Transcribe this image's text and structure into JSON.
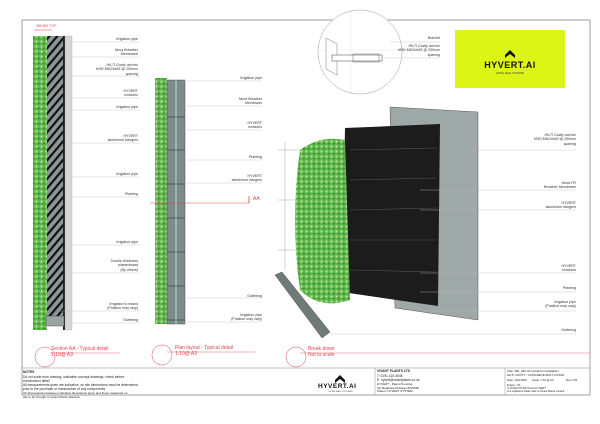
{
  "section_aa": {
    "dimension": "350 800 TYP",
    "labels": [
      "Irrigation pipe",
      "Nova Breather\nMembrane",
      "HILTI Cavity anchor\nHHD M6/24x65 @ 250mm\nspacing",
      "HYVERT\nmodules",
      "Irrigation pipe",
      "HYVERT\naluminium hangers",
      "Irrigation pipe",
      "Planting",
      "Irrigation pipe",
      "Double thickness\nplasterboard\n(By others)",
      "Irrigation to mains\n(Position may vary)",
      "Guttering"
    ],
    "caption": "Section AA - Typical detail",
    "scale": "1:10@ A3"
  },
  "plan_layout": {
    "labels": [
      "Irrigation pipe",
      "Nova Breather\nMembrane",
      "HYVERT\nmodules",
      "Planting",
      "HYVERT\naluminium hangers",
      "Guttering",
      "Irrigation pipe\n(Position may vary)"
    ],
    "section_marker": "AA",
    "caption": "Plan layout - Typical detail",
    "scale": "1:10@ A3"
  },
  "bracket_detail": {
    "labels": [
      "Bracket",
      "HILTI Cavity anchor\nHHD M6/24x65 @ 250mm\nspacing"
    ]
  },
  "logo": {
    "name": "HYVERT.AI",
    "tagline": "LIVING WALL SYSTEMS",
    "bg_color": "#dcf514"
  },
  "breakdown": {
    "labels": [
      "HILTI Cavity anchor\nHHD M6/24x65 @ 250mm\nspacing",
      "Nova FR\nBreather Membrane",
      "HYVERT\naluminium hangers",
      "HYVERT\nmodules",
      "Planting",
      "Irrigation pipe\n(Position may vary)",
      "Guttering"
    ],
    "caption": "Break down",
    "scale": "Not to scale"
  },
  "notes": {
    "title": "NOTES",
    "items": [
      "Do not scale from drawing, indicative concept drawings, check before\nconstruction detail",
      "All measurements given are indicative, on site dimensions must be determined\nprior to the purchase or manufacture of any components",
      "All discrepancies between indicative dimensions given and those measured on\nsite to be brought to Vivant Plants attention"
    ]
  },
  "title_block": {
    "company": "VIVANT PLANTS LTD",
    "contact": "T: 0191 424 4548\nE: hyvert@vivantplants.co.uk",
    "patent": "HYVERT - Patent Pending\nUK Registered Design 6021662\nPatent: HYVERT SYSTEM",
    "title": "Title: 300_000 Vivo Exterior Installation\nHILTI CAVITY / CONCRETE BOLT FIXING",
    "date": "Date: JAN 2025",
    "scale": "Scale: 1:10 @ A3",
    "rev": "Rev: F01",
    "drawn": "Drawn: VS",
    "trademark": "© VIVANT PLANTS and HYVERT\nis a registered trade mark of Vivant Plants Limited"
  },
  "colors": {
    "accent_red": "#e0434c",
    "planting_green": "#4caf3a",
    "panel_gray": "#7d8c8a"
  }
}
